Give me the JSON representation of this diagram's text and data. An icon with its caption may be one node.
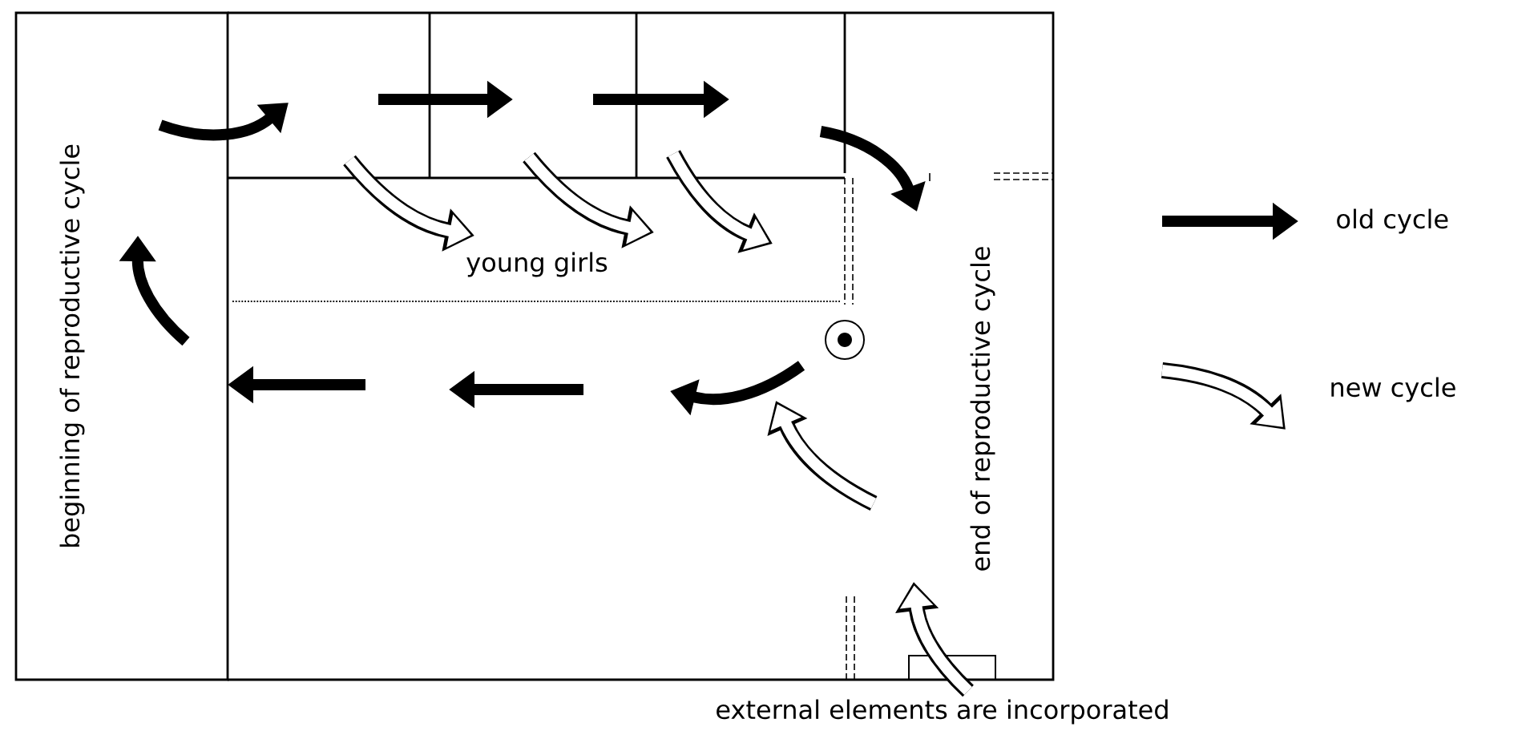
{
  "diagram": {
    "nodes": [
      {
        "text": [
          "beginning of reproductive cycle"
        ]
      }
    ],
    "labels": [
      "young girls",
      "end of reproductive cycle",
      "external elements are incorporated"
    ],
    "legend": [
      {
        "text": "old cycle"
      },
      {
        "text": "new cycle"
      }
    ]
  }
}
